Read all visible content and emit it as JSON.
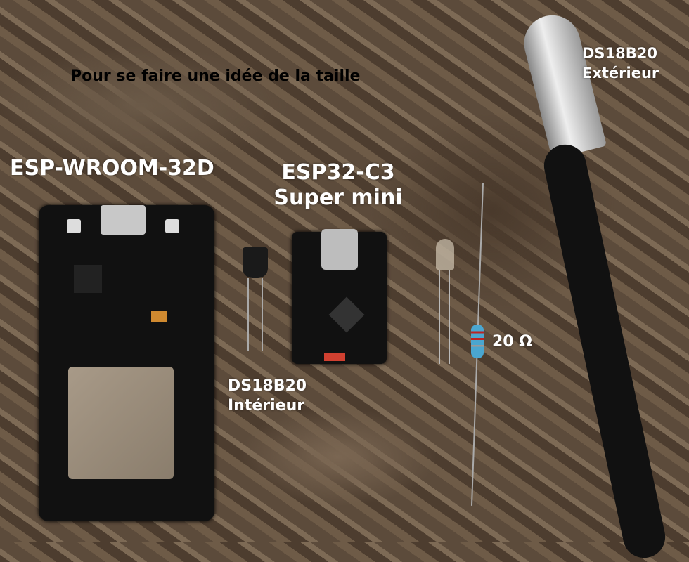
{
  "annotations": {
    "caption": "Pour se faire une idée de la taille",
    "esp_wroom": "ESP-WROOM-32D",
    "esp32_c3_line1": "ESP32-C3",
    "esp32_c3_line2": "Super mini",
    "ds18b20_int_line1": "DS18B20",
    "ds18b20_int_line2": "Intérieur",
    "resistor": "20 Ω",
    "ds18b20_ext_line1": "DS18B20",
    "ds18b20_ext_line2": "Extérieur"
  },
  "colors": {
    "board": "#111111",
    "resistor": "#4aa6d0",
    "text": "#ffffff",
    "caption": "#000000"
  }
}
